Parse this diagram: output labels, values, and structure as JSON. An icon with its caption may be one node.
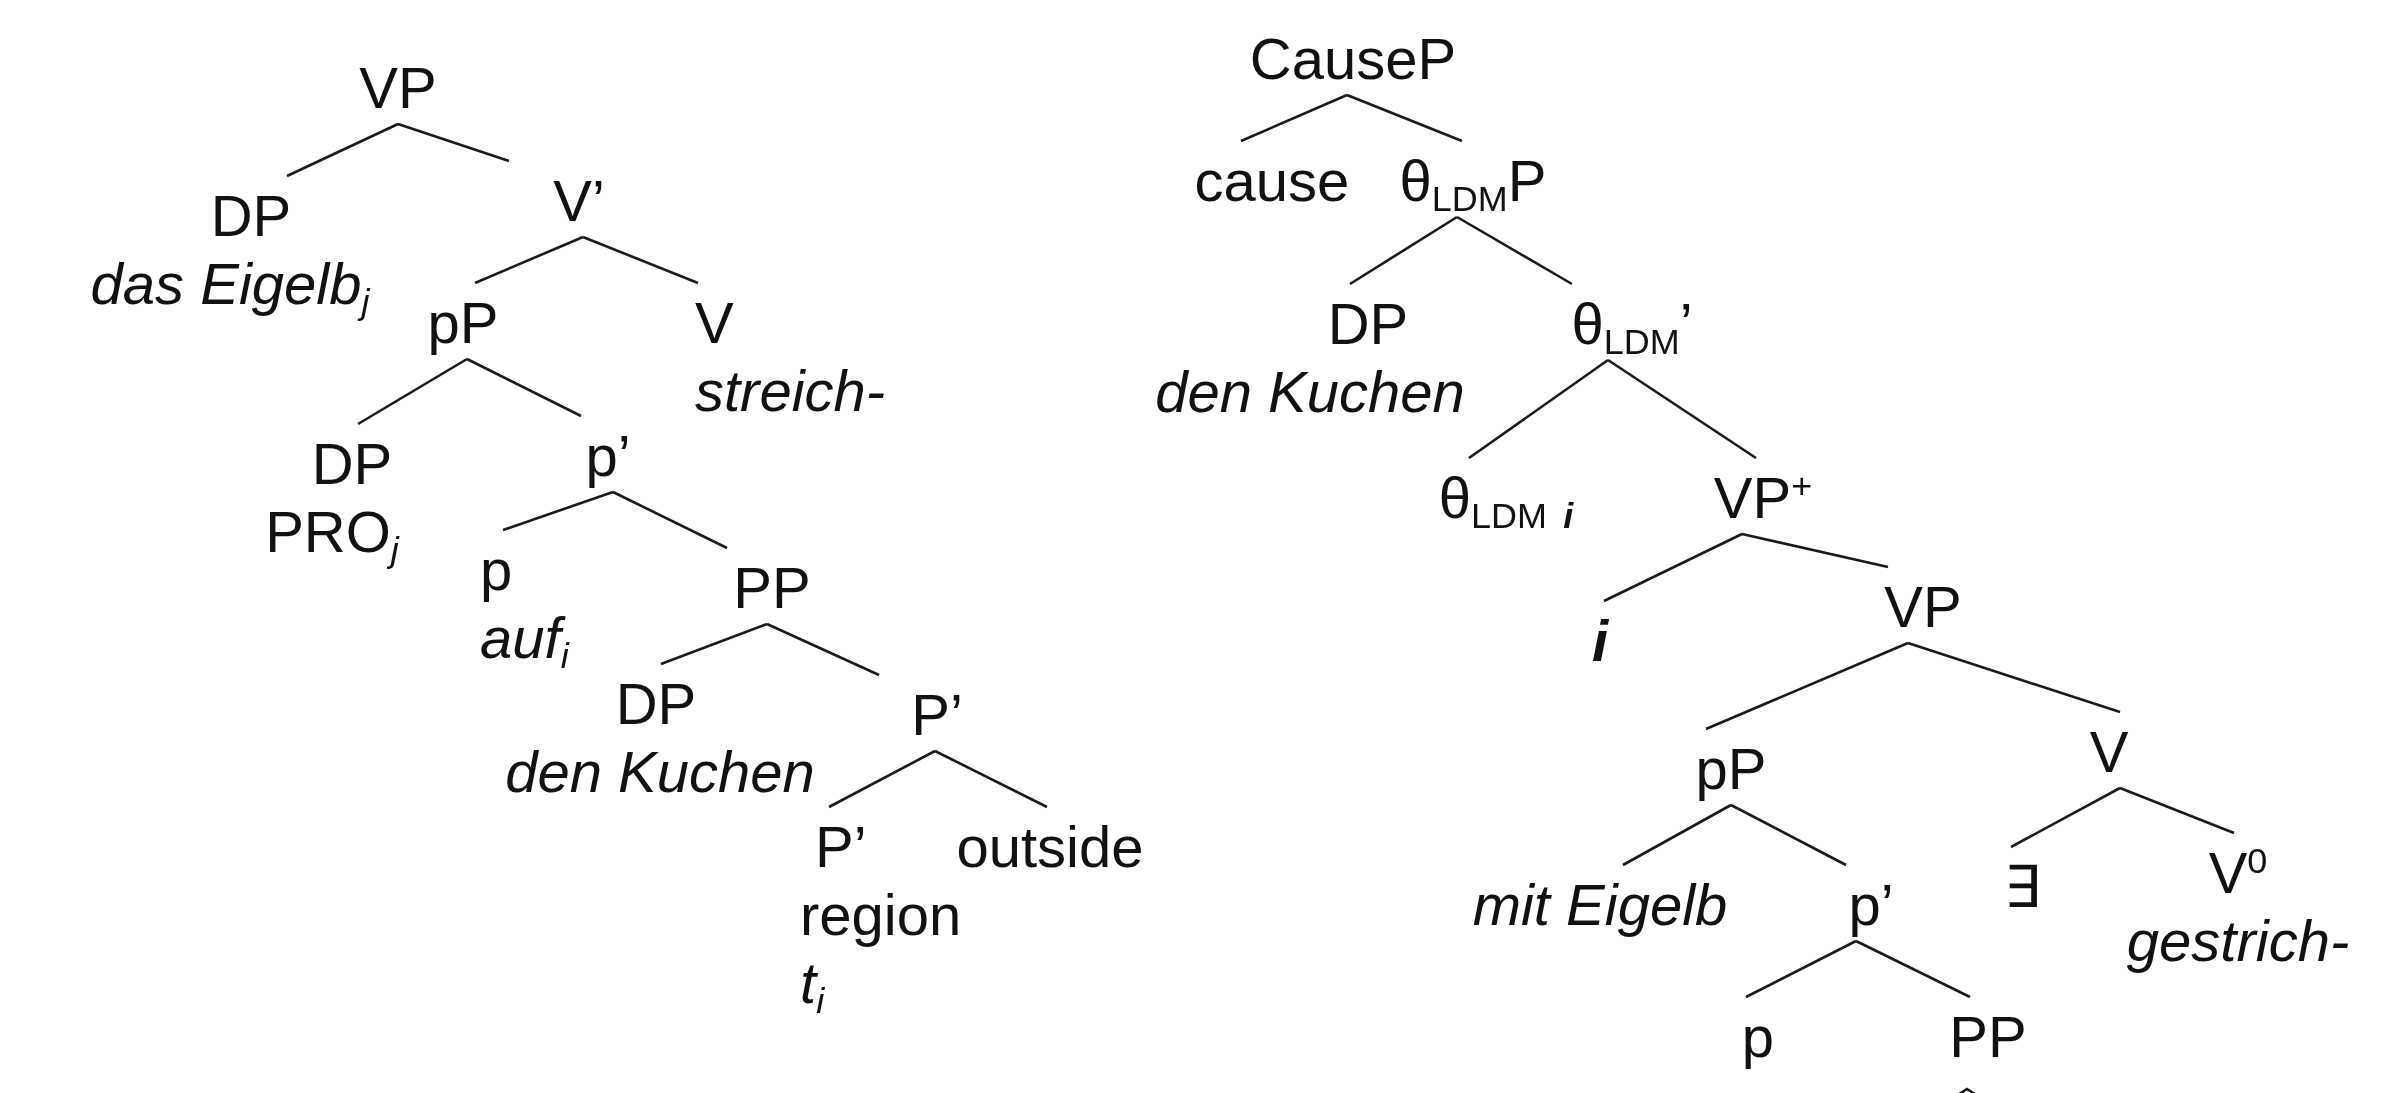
{
  "diagram": {
    "nodes": [
      {
        "text": [
          "VP"
        ]
      },
      {
        "text": [
          "DP",
          "das Eigelb$_{j}$"
        ]
      },
      {
        "text": [
          "V’"
        ]
      },
      {
        "text": [
          "pP"
        ]
      },
      {
        "text": [
          "V",
          "streich-"
        ]
      },
      {
        "text": [
          "DP",
          "PRO$_{j}$"
        ]
      },
      {
        "text": [
          "p’"
        ]
      },
      {
        "text": [
          "p",
          "auf$_{i}$"
        ]
      },
      {
        "text": [
          "PP"
        ]
      },
      {
        "text": [
          "DP",
          "den Kuchen"
        ]
      },
      {
        "text": [
          "P’"
        ]
      },
      {
        "text": [
          "P’",
          "region",
          "t$_{i}$"
        ]
      },
      {
        "text": [
          "outside"
        ]
      },
      {
        "text": [
          "CauseP"
        ]
      },
      {
        "text": [
          "cause"
        ]
      },
      {
        "text": [
          "θ$_{LDM}$P"
        ]
      },
      {
        "text": [
          "DP",
          "den Kuchen"
        ]
      },
      {
        "text": [
          "θ$_{LDM}$’"
        ]
      },
      {
        "text": [
          "θ$_{LDM}$ $_{i}$"
        ]
      },
      {
        "text": [
          "VP$^{+}$"
        ]
      },
      {
        "text": [
          "i"
        ]
      },
      {
        "text": [
          "VP"
        ]
      },
      {
        "text": [
          "pP"
        ]
      },
      {
        "text": [
          "V"
        ]
      },
      {
        "text": [
          "mit Eigelb"
        ]
      },
      {
        "text": [
          "p’"
        ]
      },
      {
        "text": [
          "∃"
        ]
      },
      {
        "text": [
          "V$^{0}$",
          "gestrich-"
        ]
      },
      {
        "text": [
          "p"
        ]
      },
      {
        "text": [
          "PP"
        ]
      }
    ],
    "edges": [
      {
        "from": 0,
        "to": 1,
        "arrow": "none"
      },
      {
        "from": 0,
        "to": 2,
        "arrow": "none"
      },
      {
        "from": 2,
        "to": 3,
        "arrow": "none"
      },
      {
        "from": 2,
        "to": 4,
        "arrow": "none"
      },
      {
        "from": 3,
        "to": 5,
        "arrow": "none"
      },
      {
        "from": 3,
        "to": 6,
        "arrow": "none"
      },
      {
        "from": 6,
        "to": 7,
        "arrow": "none"
      },
      {
        "from": 6,
        "to": 8,
        "arrow": "none"
      },
      {
        "from": 8,
        "to": 9,
        "arrow": "none"
      },
      {
        "from": 8,
        "to": 10,
        "arrow": "none"
      },
      {
        "from": 10,
        "to": 11,
        "arrow": "none"
      },
      {
        "from": 10,
        "to": 12,
        "arrow": "none"
      },
      {
        "from": 13,
        "to": 14,
        "arrow": "none"
      },
      {
        "from": 13,
        "to": 15,
        "arrow": "none"
      },
      {
        "from": 15,
        "to": 16,
        "arrow": "none"
      },
      {
        "from": 15,
        "to": 17,
        "arrow": "none"
      },
      {
        "from": 17,
        "to": 18,
        "arrow": "none"
      },
      {
        "from": 17,
        "to": 19,
        "arrow": "none"
      },
      {
        "from": 19,
        "to": 20,
        "arrow": "none"
      },
      {
        "from": 19,
        "to": 21,
        "arrow": "none"
      },
      {
        "from": 21,
        "to": 22,
        "arrow": "none"
      },
      {
        "from": 21,
        "to": 23,
        "arrow": "none"
      },
      {
        "from": 22,
        "to": 24,
        "arrow": "none"
      },
      {
        "from": 22,
        "to": 25,
        "arrow": "none"
      },
      {
        "from": 23,
        "to": 26,
        "arrow": "none"
      },
      {
        "from": 23,
        "to": 27,
        "arrow": "none"
      },
      {
        "from": 25,
        "to": 28,
        "arrow": "none"
      },
      {
        "from": 25,
        "to": 29,
        "arrow": "none"
      }
    ]
  }
}
